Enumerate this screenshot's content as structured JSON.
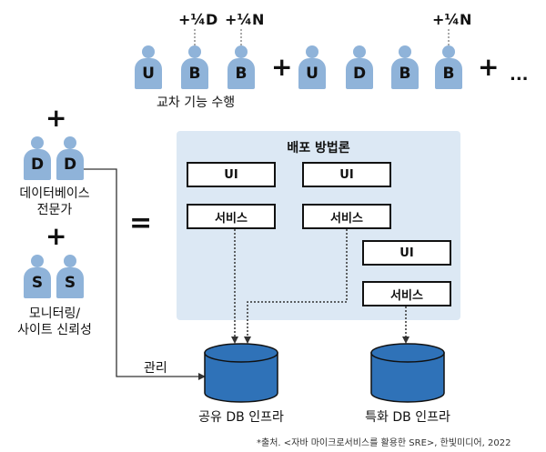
{
  "top_row": {
    "persons": [
      {
        "letter": "U"
      },
      {
        "letter": "B"
      },
      {
        "letter": "B"
      },
      {
        "letter": "U"
      },
      {
        "letter": "D"
      },
      {
        "letter": "B"
      },
      {
        "letter": "B"
      }
    ],
    "fractions": [
      "+¼D",
      "+¼N",
      "+¼N"
    ],
    "plus": "+",
    "ellipsis": "...",
    "caption": "교차 기능 수행"
  },
  "left": {
    "plus": "+",
    "db_experts": {
      "letters": [
        "D",
        "D"
      ],
      "label_line1": "데이터베이스",
      "label_line2": "전문가"
    },
    "sre": {
      "letters": [
        "S",
        "S"
      ],
      "label_line1": "모니터링/",
      "label_line2": "사이트 신뢰성"
    },
    "equals": "="
  },
  "deployment": {
    "title": "배포 방법론",
    "ui_label": "UI",
    "service_label": "서비스"
  },
  "manage_label": "관리",
  "shared_db_label": "공유 DB 인프라",
  "special_db_label": "특화 DB 인프라",
  "source_note": "*출처. <자바 마이크로서비스를 활용한 SRE>, 한빛미디어, 2022",
  "colors": {
    "panel": "#dce8f4",
    "person": "#8fb3d9",
    "db": "#2f72b8"
  }
}
